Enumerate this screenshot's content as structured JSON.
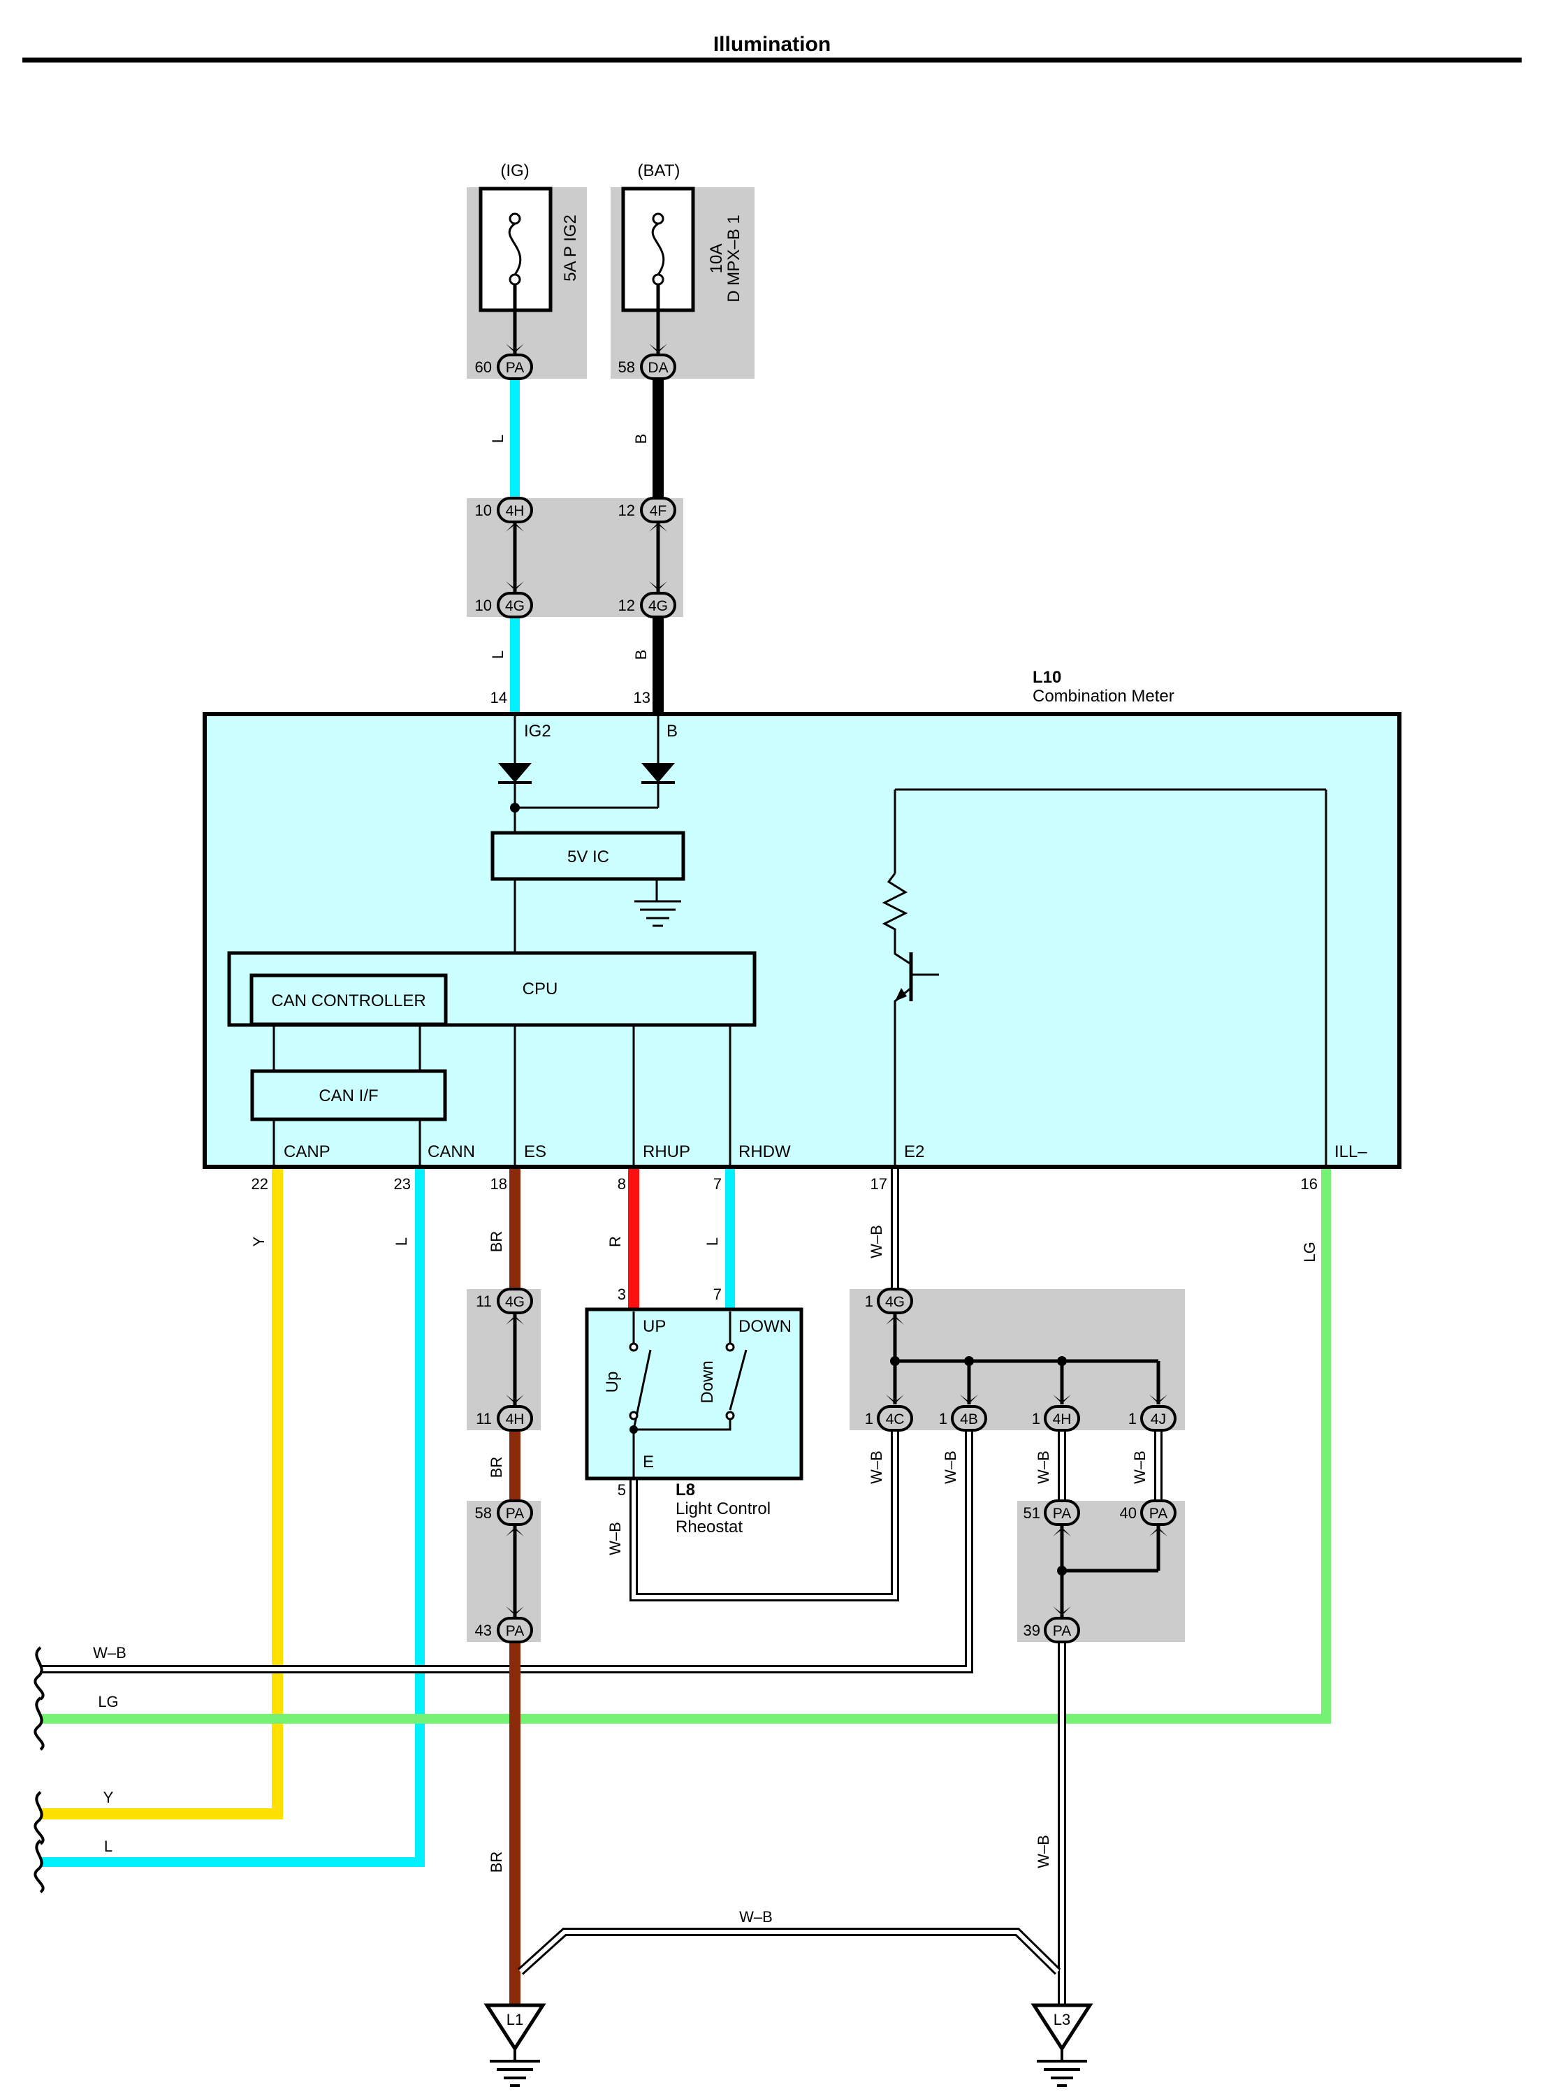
{
  "page_title": "Illumination",
  "colors": {
    "L": "#00f0ff",
    "B": "#000000",
    "BR": "#8b2a08",
    "R": "#ff1010",
    "Y": "#ffe000",
    "LG": "#73f273",
    "W-B": "#ffffff",
    "component_fill": "#ccffff",
    "junction_fill": "#cccccc"
  },
  "sources": {
    "ig": {
      "label": "(IG)",
      "fuse": "5A P IG2",
      "pin": "60",
      "conn": "PA"
    },
    "bat": {
      "label": "(BAT)",
      "fuse_amp": "10A",
      "fuse_name": "D MPX–B 1",
      "pin": "58",
      "conn": "DA"
    }
  },
  "wire_labels": {
    "L": "L",
    "B": "B",
    "BR": "BR",
    "R": "R",
    "Y": "Y",
    "LG": "LG",
    "WB": "W–B"
  },
  "junction_top": {
    "r1": {
      "left_pin": "10",
      "left_conn": "4H",
      "right_pin": "12",
      "right_conn": "4F"
    },
    "r2": {
      "left_pin": "10",
      "left_conn": "4G",
      "right_pin": "12",
      "right_conn": "4G"
    }
  },
  "meter": {
    "id": "L10",
    "name": "Combination Meter",
    "pin_ig2": "14",
    "pin_b": "13",
    "label_ig2": "IG2",
    "label_b": "B",
    "ic_label": "5V IC",
    "cpu_label": "CPU",
    "can_controller_label": "CAN CONTROLLER",
    "can_if_label": "CAN I/F",
    "terminals": [
      {
        "label": "CANP",
        "pin": "22"
      },
      {
        "label": "CANN",
        "pin": "23"
      },
      {
        "label": "ES",
        "pin": "18"
      },
      {
        "label": "RHUP",
        "pin": "8"
      },
      {
        "label": "RHDW",
        "pin": "7"
      },
      {
        "label": "E2",
        "pin": "17"
      },
      {
        "label": "ILL–",
        "pin": "16"
      }
    ]
  },
  "br_junction": [
    {
      "pin": "11",
      "conn": "4G"
    },
    {
      "pin": "11",
      "conn": "4H"
    },
    {
      "pin": "58",
      "conn": "PA"
    },
    {
      "pin": "43",
      "conn": "PA"
    }
  ],
  "rheostat": {
    "id": "L8",
    "name_line1": "Light Control",
    "name_line2": "Rheostat",
    "pin_up": "3",
    "pin_down": "7",
    "pin_e": "5",
    "label_up": "UP",
    "label_down": "DOWN",
    "label_e": "E",
    "switch_up": "Up",
    "switch_down": "Down"
  },
  "e2_junction": {
    "top": {
      "pin": "1",
      "conn": "4G"
    },
    "bottom": [
      {
        "pin": "1",
        "conn": "4C"
      },
      {
        "pin": "1",
        "conn": "4B"
      },
      {
        "pin": "1",
        "conn": "4H"
      },
      {
        "pin": "1",
        "conn": "4J"
      }
    ]
  },
  "pa_junction": [
    {
      "pin": "51",
      "conn": "PA"
    },
    {
      "pin": "40",
      "conn": "PA"
    },
    {
      "pin": "39",
      "conn": "PA"
    }
  ],
  "grounds": [
    "L1",
    "L3"
  ]
}
